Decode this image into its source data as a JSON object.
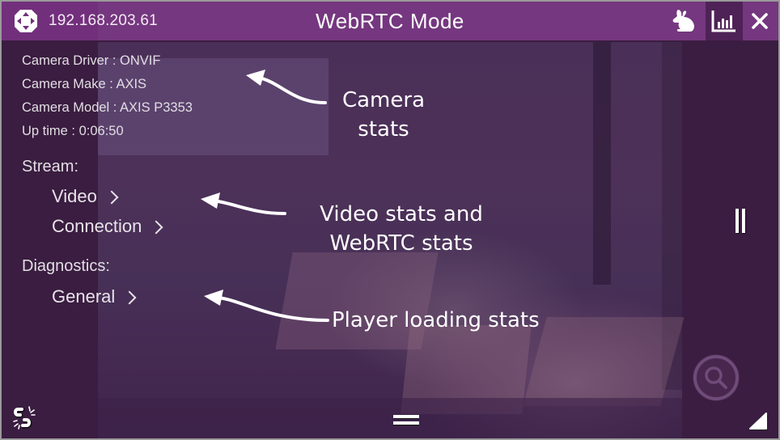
{
  "header": {
    "address": "192.168.203.61",
    "title": "WebRTC Mode",
    "icons": {
      "move": "move-arrows-icon",
      "rabbit": "rabbit-icon",
      "stats": "bar-chart-icon",
      "close": "close-icon"
    }
  },
  "camera_info": {
    "driver": "Camera Driver : ONVIF",
    "make": "Camera Make : AXIS",
    "model": "Camera Model : AXIS P3353",
    "uptime": "Up time : 0:06:50"
  },
  "stream": {
    "heading": "Stream:",
    "links": [
      {
        "label": "Video"
      },
      {
        "label": "Connection"
      }
    ]
  },
  "diagnostics": {
    "heading": "Diagnostics:",
    "links": [
      {
        "label": "General"
      }
    ]
  },
  "annotations": {
    "camera_line1": "Camera",
    "camera_line2": "stats",
    "video_line1": "Video stats and",
    "video_line2": "WebRTC stats",
    "player": "Player loading stats"
  },
  "controls": {
    "pause": "pause-icon",
    "menu": "menu-handle-icon",
    "zoom": "zoom-magnifier-icon",
    "resize": "resize-corner-icon",
    "disconnect": "broken-link-icon"
  },
  "colors": {
    "header_bg": "#75377f",
    "stats_active_bg": "#4f2257",
    "side_panel_bg": "#3a1d40",
    "text": "#e2dde3"
  }
}
